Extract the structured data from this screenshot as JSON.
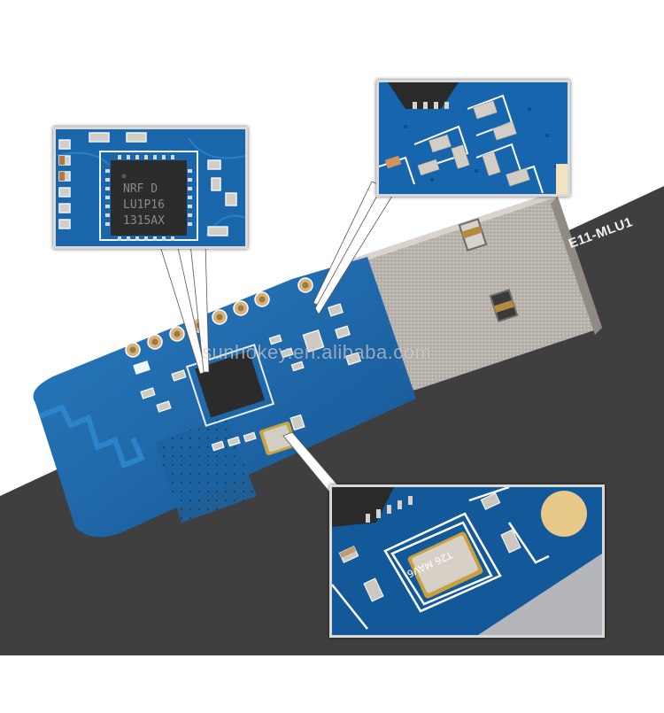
{
  "image": {
    "subject": "USB wireless dongle PCB with magnified detail insets",
    "model_label": "E11-MLU1",
    "watermark": "sunhokey.en.alibaba.com",
    "faint_caption": "",
    "insets": [
      {
        "name": "chip-closeup",
        "chip_marking_lines": [
          "NRF D",
          "LU1P16",
          "1315AX"
        ]
      },
      {
        "name": "passive-components-closeup"
      },
      {
        "name": "crystal-oscillator-closeup",
        "crystal_marking": "T26 MAV6"
      }
    ],
    "colors": {
      "background_light": "#ffffff",
      "background_dark": "#3f3f3f",
      "pcb_blue": "#1a5f9c",
      "pcb_blue_light": "#2a7cc0",
      "trace_white": "#e8eef2",
      "gold_pad": "#d7b27a",
      "usb_metal": "#b9b5ae",
      "chip_black": "#2b2b2b"
    }
  }
}
